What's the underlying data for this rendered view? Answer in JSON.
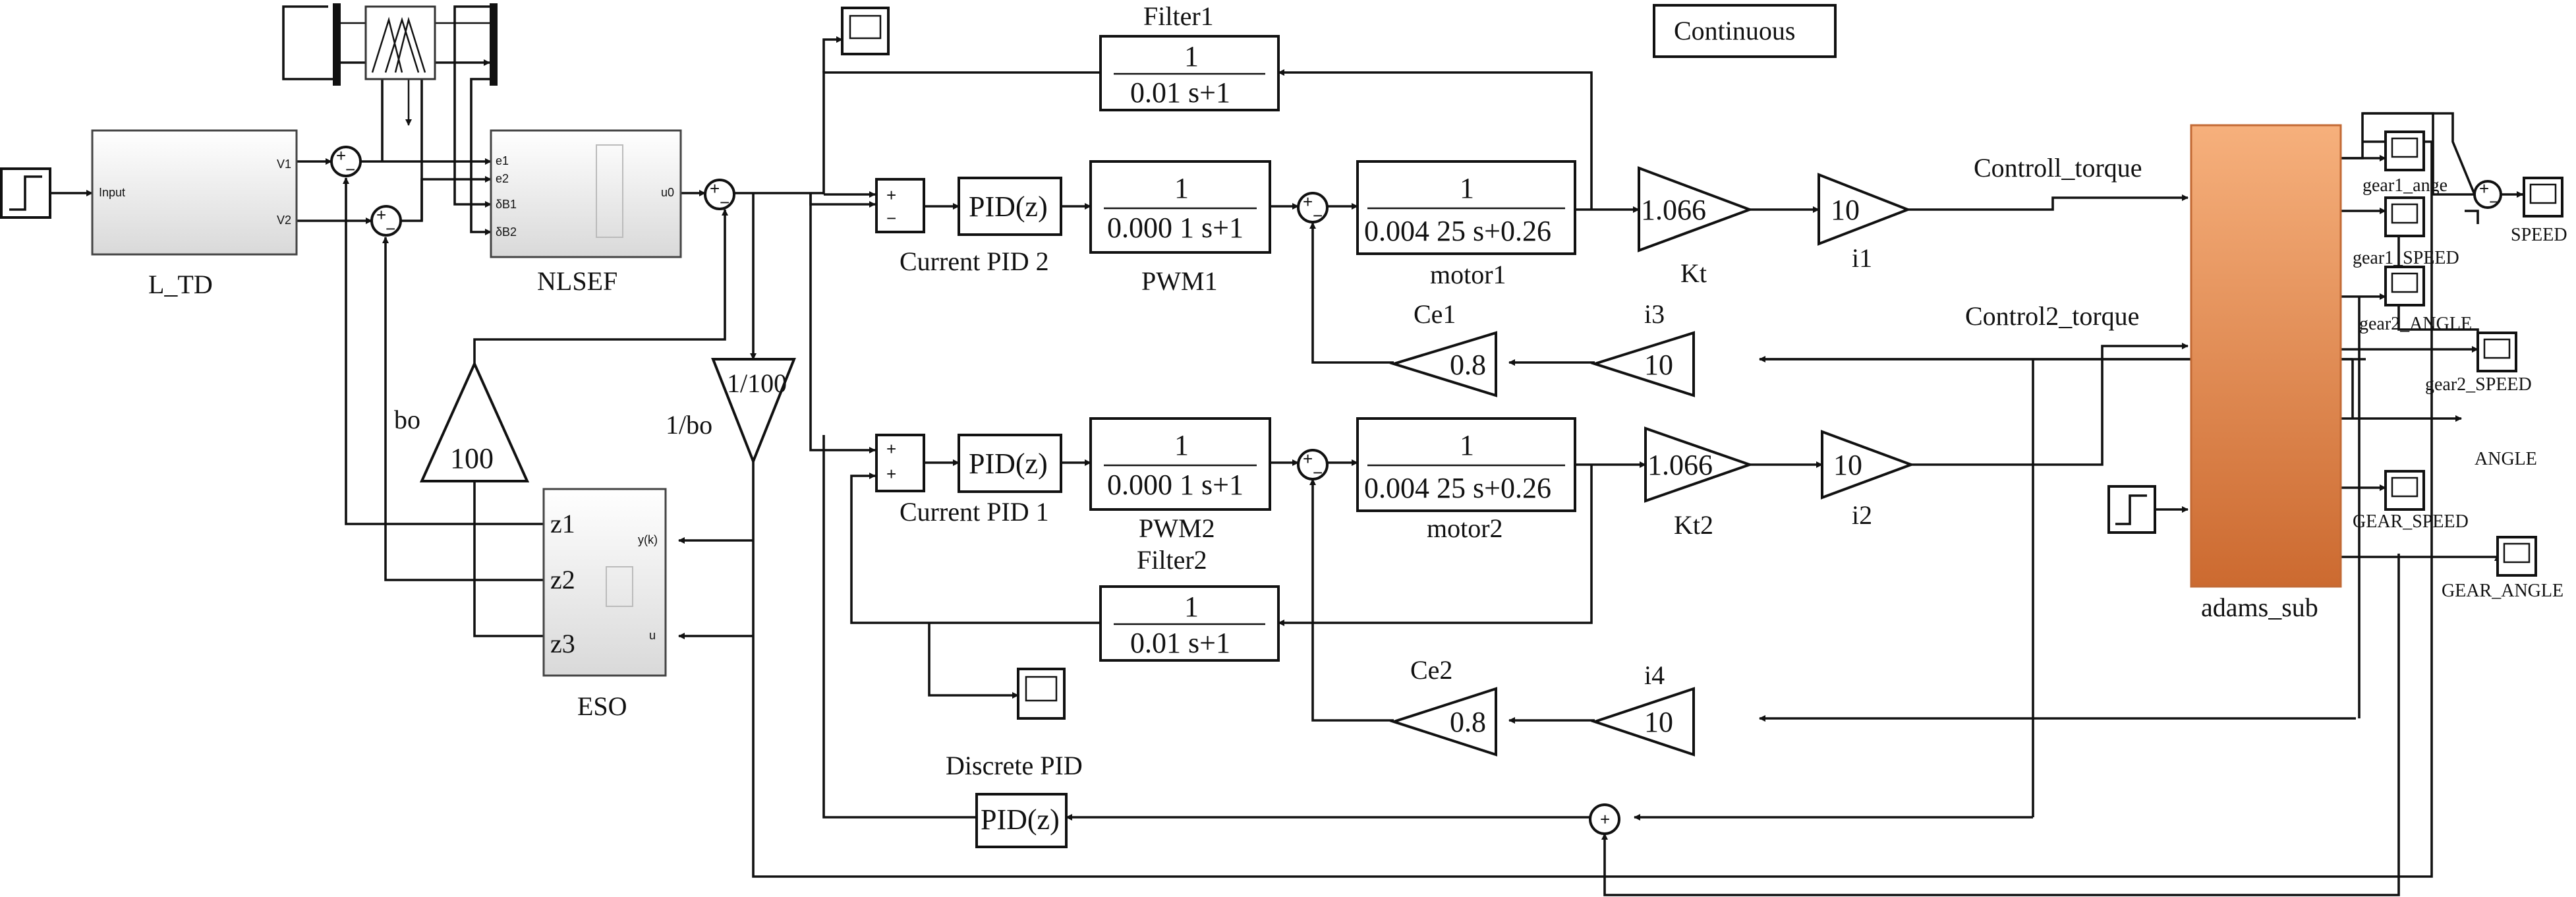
{
  "labels": {
    "continuous": "Continuous",
    "filter1": "Filter1",
    "filter2": "Filter2",
    "current_pid2": "Current PID 2",
    "current_pid1": "Current PID 1",
    "pid_z": "PID(z)",
    "pwm1": "PWM1",
    "pwm2": "PWM2",
    "motor1": "motor1",
    "motor2": "motor2",
    "kt": "Kt",
    "kt2": "Kt2",
    "i1": "i1",
    "i2": "i2",
    "i3": "i3",
    "i4": "i4",
    "ce1": "Ce1",
    "ce2": "Ce2",
    "controll_torque": "Controll_torque",
    "control2_torque": "Control2_torque",
    "adams_sub": "adams_sub",
    "l_td": "L_TD",
    "nlsef": "NLSEF",
    "eso": "ESO",
    "bo": "bo",
    "one_over_bo": "1/bo",
    "discrete_pid": "Discrete PID",
    "speed": "SPEED",
    "gear1_ange": "gear1_ange",
    "gear1_speed": "gear1_SPEED",
    "gear2_angle": "gear2_ANGLE",
    "gear2_speed": "gear2_SPEED",
    "angle": "ANGLE",
    "gear_speed": "GEAR_SPEED",
    "gear_angle": "GEAR_ANGLE"
  },
  "gains": {
    "kt": "1.066",
    "kt2": "1.066",
    "i1": "10",
    "i2": "10",
    "i3": "10",
    "i4": "10",
    "ce1": "0.8",
    "ce2": "0.8",
    "bo": "100",
    "inv_bo": "1/100"
  },
  "transfer": {
    "one": "1",
    "filter_den": "0.01 s+1",
    "pwm_den": "0.000 1 s+1",
    "motor_den": "0.004 25 s+0.26"
  },
  "ports": {
    "input": "Input",
    "v1": "V1",
    "v2": "V2",
    "e1": "e1",
    "e2": "e2",
    "db1": "δB1",
    "db2": "δB2",
    "u0": "u0",
    "z1": "z1",
    "z2": "z2",
    "z3": "z3",
    "yk": "y(k)",
    "u": "u"
  },
  "colors": {
    "adams_top": "#f6b07c",
    "adams_bottom": "#cc6a30",
    "subsystem_top": "#ffffff",
    "subsystem_bottom": "#d9d9d9"
  }
}
